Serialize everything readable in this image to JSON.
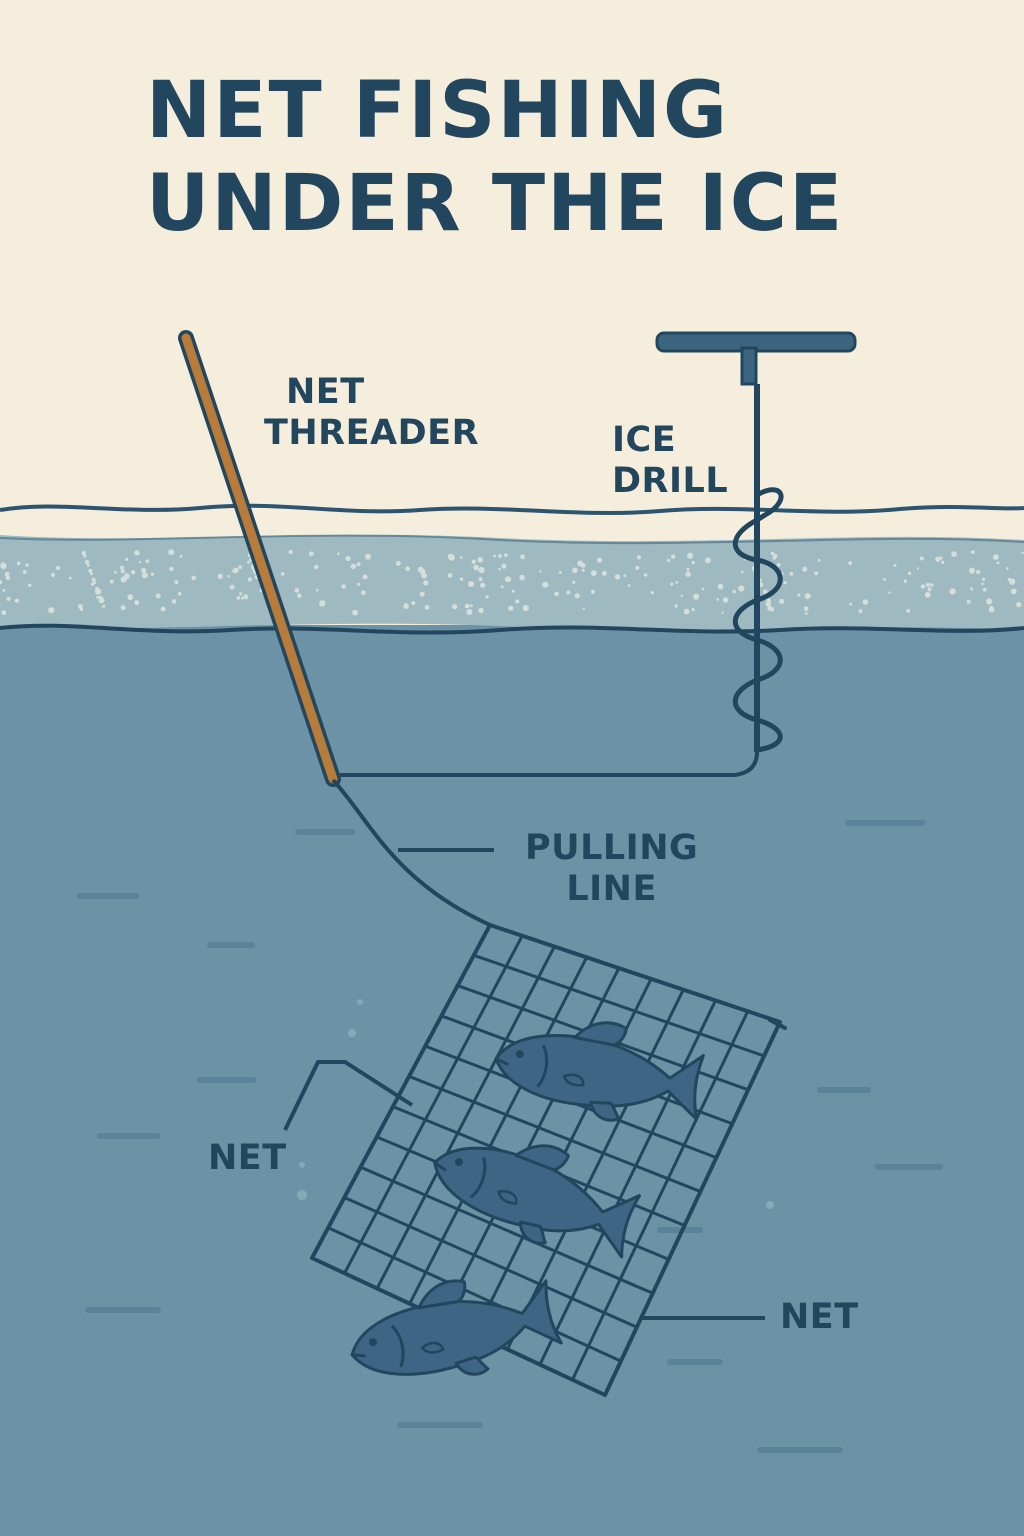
{
  "title": {
    "line1": "NET FISHING",
    "line2": "UNDER THE ICE"
  },
  "labels": {
    "net_threader": [
      "NET",
      "THREADER"
    ],
    "ice_drill": [
      "ICE",
      "DRILL"
    ],
    "pulling_line": [
      "PULLING",
      "LINE"
    ],
    "net_left": "NET",
    "net_right": "NET"
  },
  "colors": {
    "background": "#f6eedd",
    "ice": "#9fb9c1",
    "water": "#6b93a5",
    "outline": "#22465e",
    "threader_pole": "#b77c3a",
    "fish": "#3f6585"
  },
  "icons": {
    "drill": "ice-auger-icon",
    "pole": "net-threader-pole-icon",
    "fish": "fish-icon",
    "net": "grid-net-icon"
  }
}
